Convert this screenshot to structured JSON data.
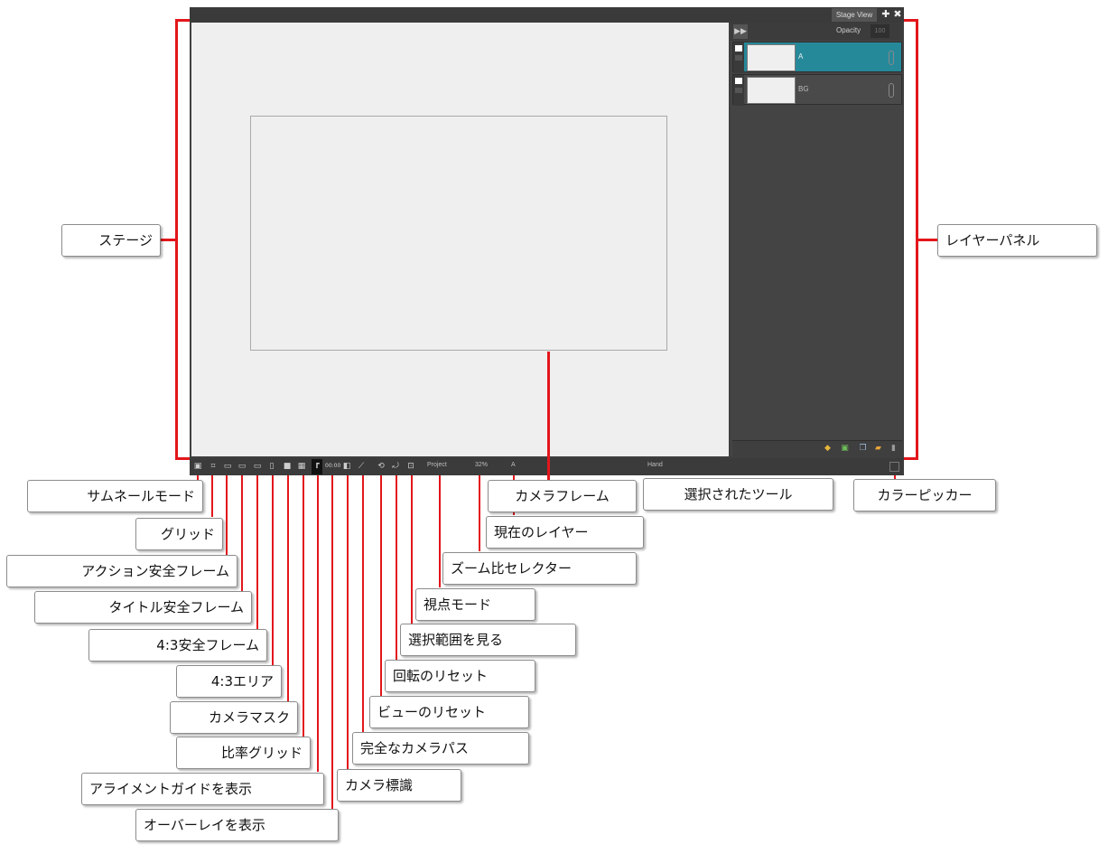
{
  "window": {
    "tab_title": "Stage View",
    "add_icon": "plus-icon",
    "close_icon": "close-icon",
    "opacity_label": "Opacity",
    "opacity_value": "100"
  },
  "layers": [
    {
      "name": "A",
      "selected": true
    },
    {
      "name": "BG",
      "selected": false
    }
  ],
  "toolbar": {
    "zoom_mode": "Project",
    "zoom_ratio": "32%",
    "current_layer": "A",
    "current_tool": "Hand",
    "timecode": "00:00"
  },
  "callouts": {
    "stage": "ステージ",
    "layer_panel": "レイヤーパネル",
    "thumbnail_mode": "サムネールモード",
    "grid": "グリッド",
    "action_safe": "アクション安全フレーム",
    "title_safe": "タイトル安全フレーム",
    "safe_4_3": "4:3安全フレーム",
    "area_4_3": "4:3エリア",
    "camera_mask": "カメラマスク",
    "ratio_grid": "比率グリッド",
    "alignment_guides": "アライメントガイドを表示",
    "show_overlay": "オーバーレイを表示",
    "camera_marker": "カメラ標識",
    "full_camera_path": "完全なカメラパス",
    "reset_view": "ビューのリセット",
    "reset_rotation": "回転のリセット",
    "view_selection": "選択範囲を見る",
    "perspective_mode": "視点モード",
    "zoom_selector": "ズーム比セレクター",
    "current_layer": "現在のレイヤー",
    "camera_frame": "カメラフレーム",
    "selected_tool": "選択されたツール",
    "color_picker": "カラーピッカー"
  },
  "colors": {
    "accent_red": "#e3161b",
    "selected_layer": "#26899a",
    "stage_bg": "#efefef"
  }
}
